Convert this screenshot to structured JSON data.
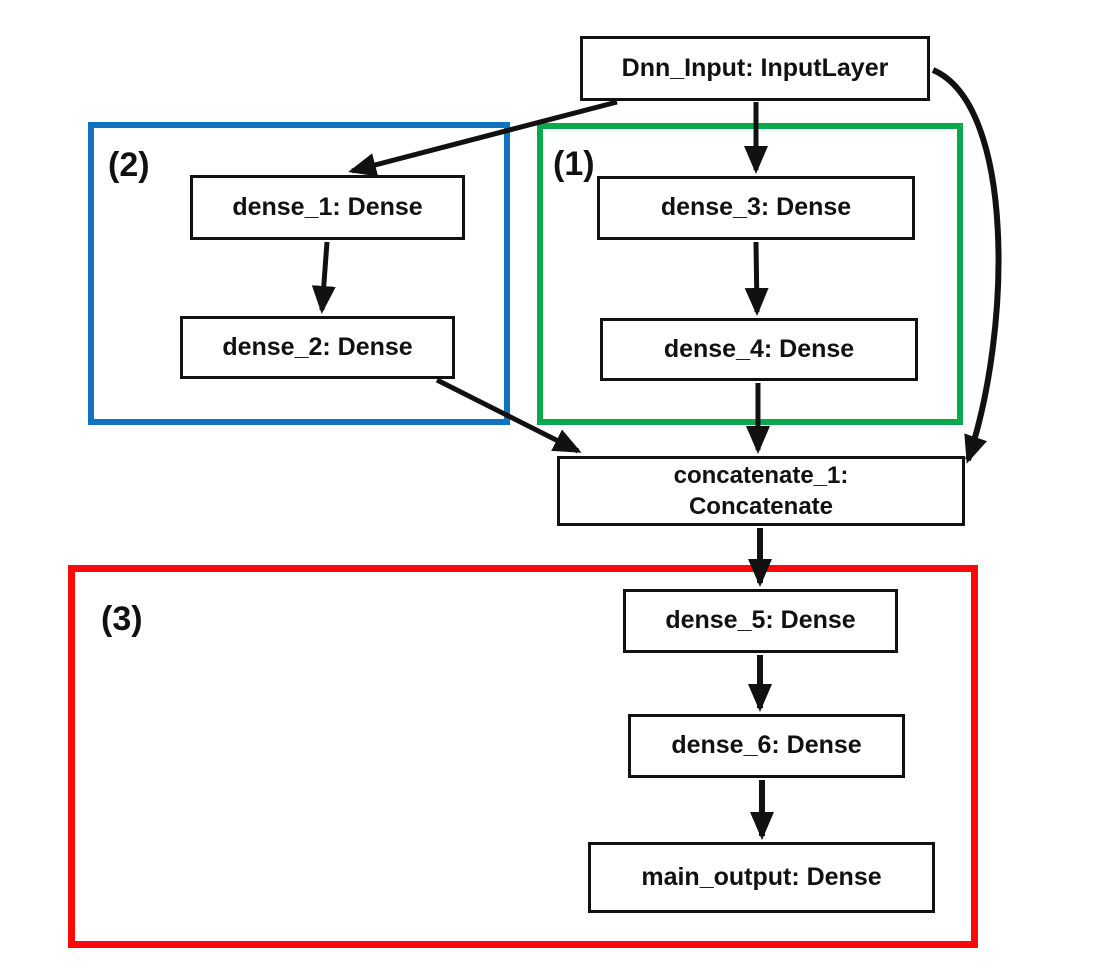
{
  "diagram": {
    "nodes": {
      "dnn_input": {
        "label": "Dnn_Input: InputLayer"
      },
      "dense_1": {
        "label": "dense_1: Dense"
      },
      "dense_2": {
        "label": "dense_2: Dense"
      },
      "dense_3": {
        "label": "dense_3: Dense"
      },
      "dense_4": {
        "label": "dense_4: Dense"
      },
      "concatenate_1": {
        "line1": "concatenate_1:",
        "line2": "Concatenate"
      },
      "dense_5": {
        "label": "dense_5: Dense"
      },
      "dense_6": {
        "label": "dense_6: Dense"
      },
      "main_output": {
        "label": "main_output: Dense"
      }
    },
    "groups": {
      "g1": {
        "label": "(1)",
        "color": "#0ca850",
        "contains": [
          "dense_3",
          "dense_4"
        ]
      },
      "g2": {
        "label": "(2)",
        "color": "#1172bd",
        "contains": [
          "dense_1",
          "dense_2"
        ]
      },
      "g3": {
        "label": "(3)",
        "color": "#fa0a0a",
        "contains": [
          "dense_5",
          "dense_6",
          "main_output"
        ]
      }
    },
    "edges": [
      {
        "from": "Dnn_Input",
        "to": "dense_1"
      },
      {
        "from": "Dnn_Input",
        "to": "dense_3"
      },
      {
        "from": "Dnn_Input",
        "to": "concatenate_1",
        "style": "curved-right"
      },
      {
        "from": "dense_1",
        "to": "dense_2"
      },
      {
        "from": "dense_3",
        "to": "dense_4"
      },
      {
        "from": "dense_2",
        "to": "concatenate_1"
      },
      {
        "from": "dense_4",
        "to": "concatenate_1"
      },
      {
        "from": "concatenate_1",
        "to": "dense_5"
      },
      {
        "from": "dense_5",
        "to": "dense_6"
      },
      {
        "from": "dense_6",
        "to": "main_output"
      }
    ],
    "edge_color": "#111111"
  }
}
